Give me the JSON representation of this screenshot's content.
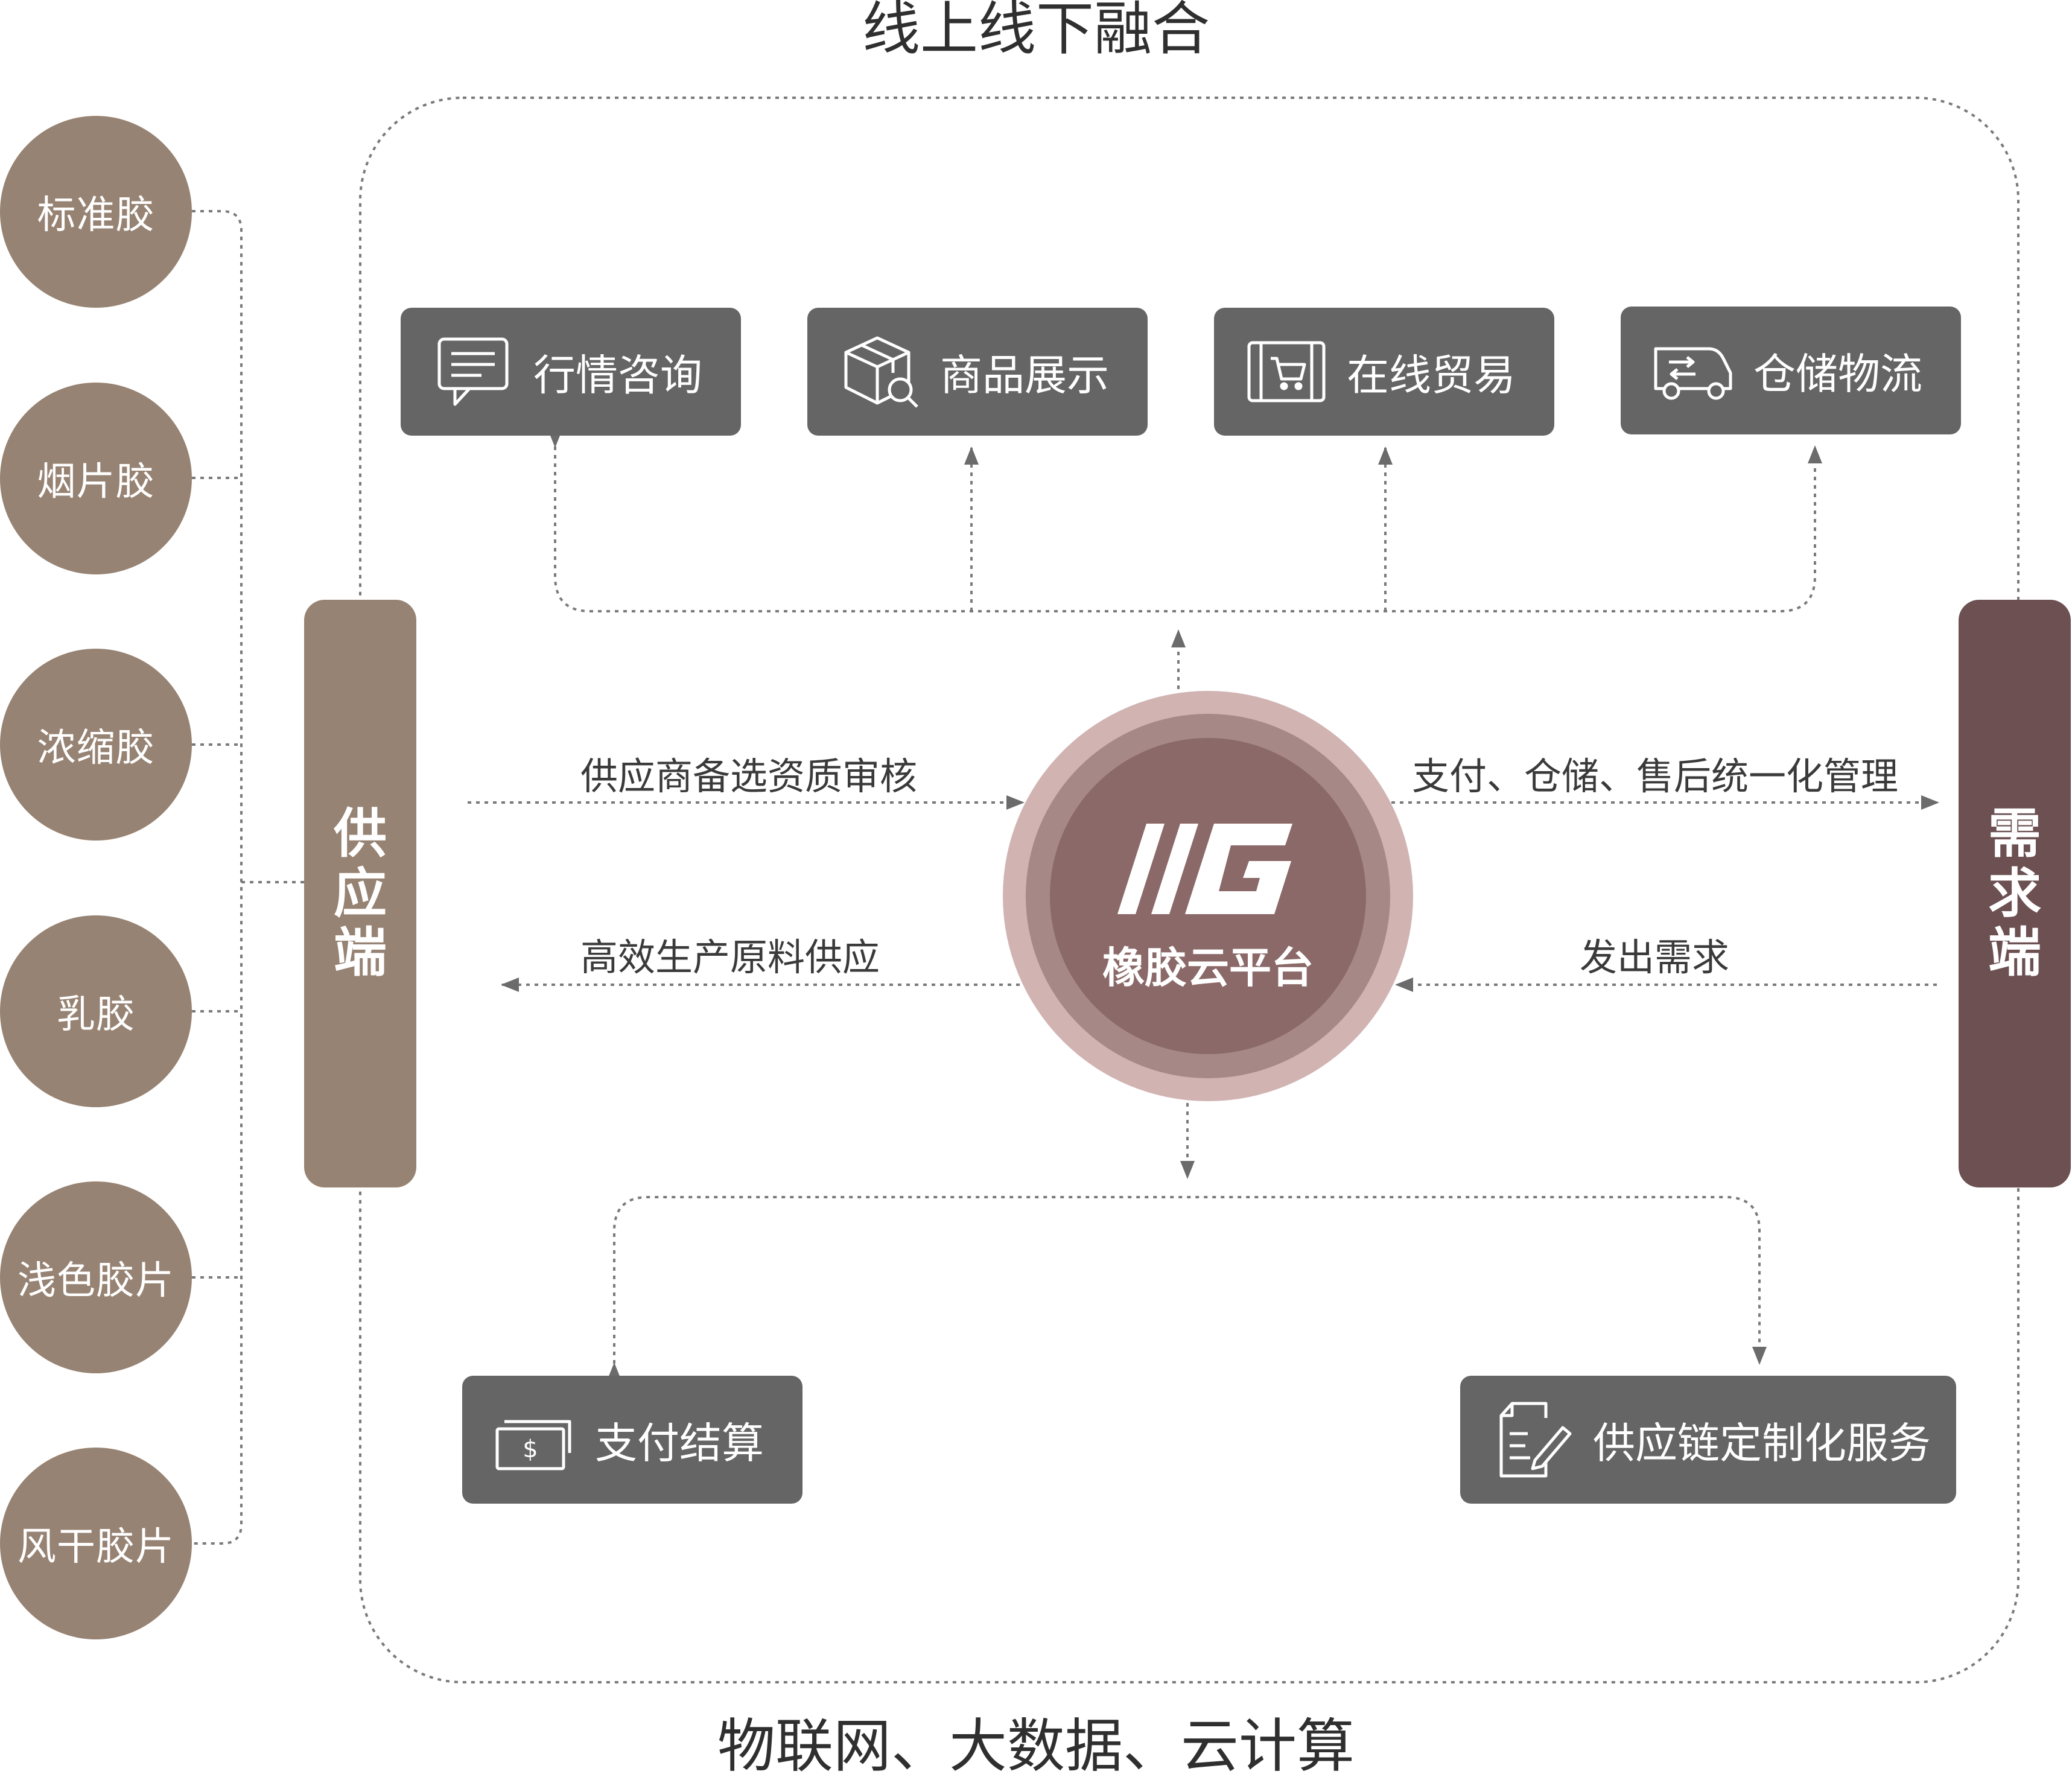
{
  "header": {
    "title": "线上线下融合"
  },
  "footer": {
    "title": "物联网、大数据、云计算"
  },
  "products": [
    "标准胶",
    "烟片胶",
    "浓缩胶",
    "乳胶",
    "浅色胶片",
    "风干胶片"
  ],
  "supply_side": {
    "label": "供应端"
  },
  "demand_side": {
    "label": "需求端"
  },
  "platform": {
    "name": "橡胶云平台",
    "logo_icon": "mg-logo-icon"
  },
  "services_top": [
    {
      "label": "行情咨询",
      "icon": "chat-bubble-icon"
    },
    {
      "label": "商品展示",
      "icon": "package-search-icon"
    },
    {
      "label": "在线贸易",
      "icon": "shopping-cart-icon"
    },
    {
      "label": "仓储物流",
      "icon": "delivery-truck-icon"
    }
  ],
  "services_bottom": [
    {
      "label": "支付结算",
      "icon": "banknote-icon"
    },
    {
      "label": "供应链定制化服务",
      "icon": "document-pen-icon"
    }
  ],
  "flows": {
    "supply_to_platform": "供应商备选资质审核",
    "platform_to_supply": "高效生产原料供应",
    "platform_to_demand": "支付、仓储、售后统一化管理",
    "demand_to_platform": "发出需求"
  },
  "colors": {
    "product_circle": "#978373",
    "supply_bar": "#978373",
    "demand_bar": "#6c5052",
    "service_box": "#656565",
    "hub_outer": "#d1b3b2",
    "hub_middle": "#a68887",
    "hub_inner": "#8b6968",
    "dotted_line": "#7a7a7a"
  }
}
